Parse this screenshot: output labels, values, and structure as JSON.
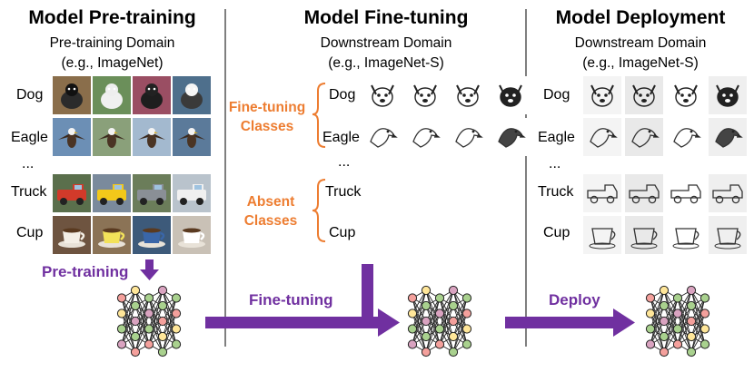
{
  "columns": [
    {
      "title": "Model Pre-training",
      "domain": "Pre-training Domain",
      "example": "(e.g., ImageNet)"
    },
    {
      "title": "Model Fine-tuning",
      "domain": "Downstream Domain",
      "example": "(e.g., ImageNet-S)"
    },
    {
      "title": "Model Deployment",
      "domain": "Downstream Domain",
      "example": "(e.g., ImageNet-S)"
    }
  ],
  "classes": {
    "dog": "Dog",
    "eagle": "Eagle",
    "ellipsis": "...",
    "truck": "Truck",
    "cup": "Cup"
  },
  "finetune_groups": {
    "finetuning": "Fine-tuning Classes",
    "absent": "Absent Classes"
  },
  "finetune_groups_lines": {
    "finetuning": [
      "Fine-tuning",
      "Classes"
    ],
    "absent": [
      "Absent",
      "Classes"
    ]
  },
  "arrows": {
    "pretraining": "Pre-training",
    "finetuning": "Fine-tuning",
    "deploy": "Deploy"
  },
  "colors": {
    "accent_purple": "#7030a0",
    "accent_orange": "#ed7d31",
    "divider": "#7f7f7f",
    "node_red": "#f4a09c",
    "node_yellow": "#ffe699",
    "node_green": "#a9d18e",
    "node_pink": "#d9a3c0"
  },
  "image_semantics": {
    "pretraining_photos": [
      "dog-photo",
      "eagle-photo",
      "truck-photo",
      "cup-photo"
    ],
    "sketches": [
      "dog-sketch",
      "eagle-sketch",
      "truck-sketch",
      "cup-sketch"
    ],
    "network": "neural-network-icon"
  }
}
